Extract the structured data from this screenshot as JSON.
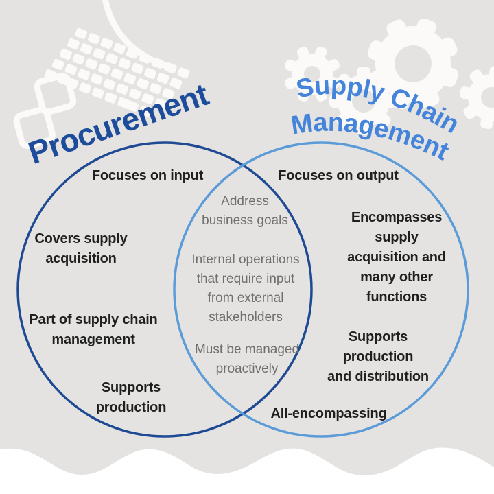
{
  "page": {
    "background_color": "#e5e3e1",
    "decoration_color": "#fbfaf9",
    "wave_color": "#ffffff"
  },
  "titles": {
    "procurement": {
      "text": "Procurement",
      "color": "#1d4d9a"
    },
    "scm": {
      "line1": "Supply Chain",
      "line2": "Management",
      "color": "#4484da"
    }
  },
  "venn": {
    "left": {
      "label": "Procurement",
      "stroke_color": "#1d4a93",
      "items": [
        {
          "text": "Focuses on input"
        },
        {
          "text": "Covers supply\nacquisition"
        },
        {
          "text": "Part of supply chain\nmanagement"
        },
        {
          "text": "Supports\nproduction"
        }
      ]
    },
    "right": {
      "label": "Supply Chain Management",
      "stroke_color": "#5b9bd8",
      "items": [
        {
          "text": "Focuses on output"
        },
        {
          "text": "Encompasses\nsupply\nacquisition and\nmany other\nfunctions"
        },
        {
          "text": "Supports\nproduction\nand distribution"
        },
        {
          "text": "All-encompassing"
        }
      ]
    },
    "overlap": {
      "text_color": "#6f6f6f",
      "items": [
        {
          "text": "Address\nbusiness goals"
        },
        {
          "text": "Internal operations\nthat require input\nfrom external\nstakeholders"
        },
        {
          "text": "Must be managed\nproactively"
        }
      ]
    }
  }
}
